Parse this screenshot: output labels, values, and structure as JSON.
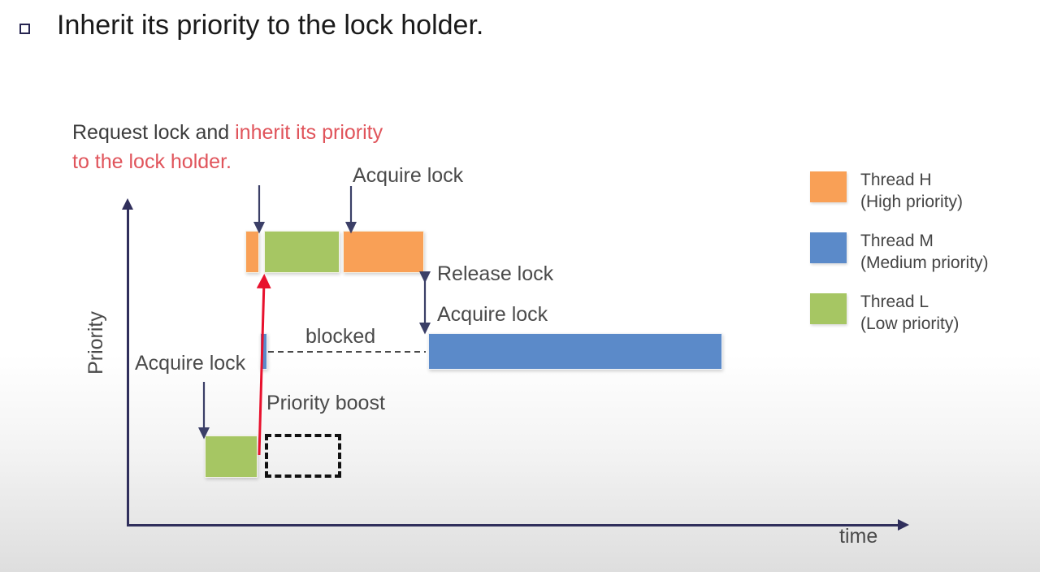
{
  "slide": {
    "bullet_icon": "hollow-square-bullet",
    "title": "Inherit its priority to the lock holder."
  },
  "diagram": {
    "axes": {
      "y_label": "Priority",
      "x_label": "time"
    },
    "annotations": {
      "request_note_plain": "Request lock and ",
      "request_note_red_line1": "inherit its priority",
      "request_note_red_line2": "to the lock holder.",
      "acquire_lock_top": "Acquire lock",
      "release_lock": "Release lock",
      "acquire_lock_mid": "Acquire lock",
      "blocked": "blocked",
      "acquire_lock_left": "Acquire lock",
      "priority_boost": "Priority boost"
    },
    "bars": [
      {
        "id": "bar-h-request",
        "thread": "Thread H",
        "state": "request-lock",
        "color": "#F9A056"
      },
      {
        "id": "bar-l-boosted",
        "thread": "Thread L",
        "state": "running-boosted",
        "color": "#A6C663"
      },
      {
        "id": "bar-h-run",
        "thread": "Thread H",
        "state": "running",
        "color": "#F9A056"
      },
      {
        "id": "bar-m-start",
        "thread": "Thread M",
        "state": "ready",
        "color": "#5B8AC9"
      },
      {
        "id": "bar-m-run",
        "thread": "Thread M",
        "state": "running",
        "color": "#5B8AC9"
      },
      {
        "id": "bar-l-run",
        "thread": "Thread L",
        "state": "running",
        "color": "#A6C663"
      },
      {
        "id": "bar-l-preempted",
        "thread": "Thread L",
        "state": "preempted",
        "color": "dashed-outline"
      }
    ],
    "colors": {
      "high": "#F9A056",
      "medium": "#5B8AC9",
      "low": "#A6C663",
      "axis": "#302f5c",
      "boost_arrow": "#e8112d",
      "accent_red_text": "#e0545b"
    }
  },
  "legend": {
    "items": [
      {
        "swatch": "#F9A056",
        "name": "Thread H",
        "priority": "(High priority)"
      },
      {
        "swatch": "#5B8AC9",
        "name": "Thread M",
        "priority": "(Medium priority)"
      },
      {
        "swatch": "#A6C663",
        "name": "Thread L",
        "priority": "(Low priority)"
      }
    ]
  }
}
